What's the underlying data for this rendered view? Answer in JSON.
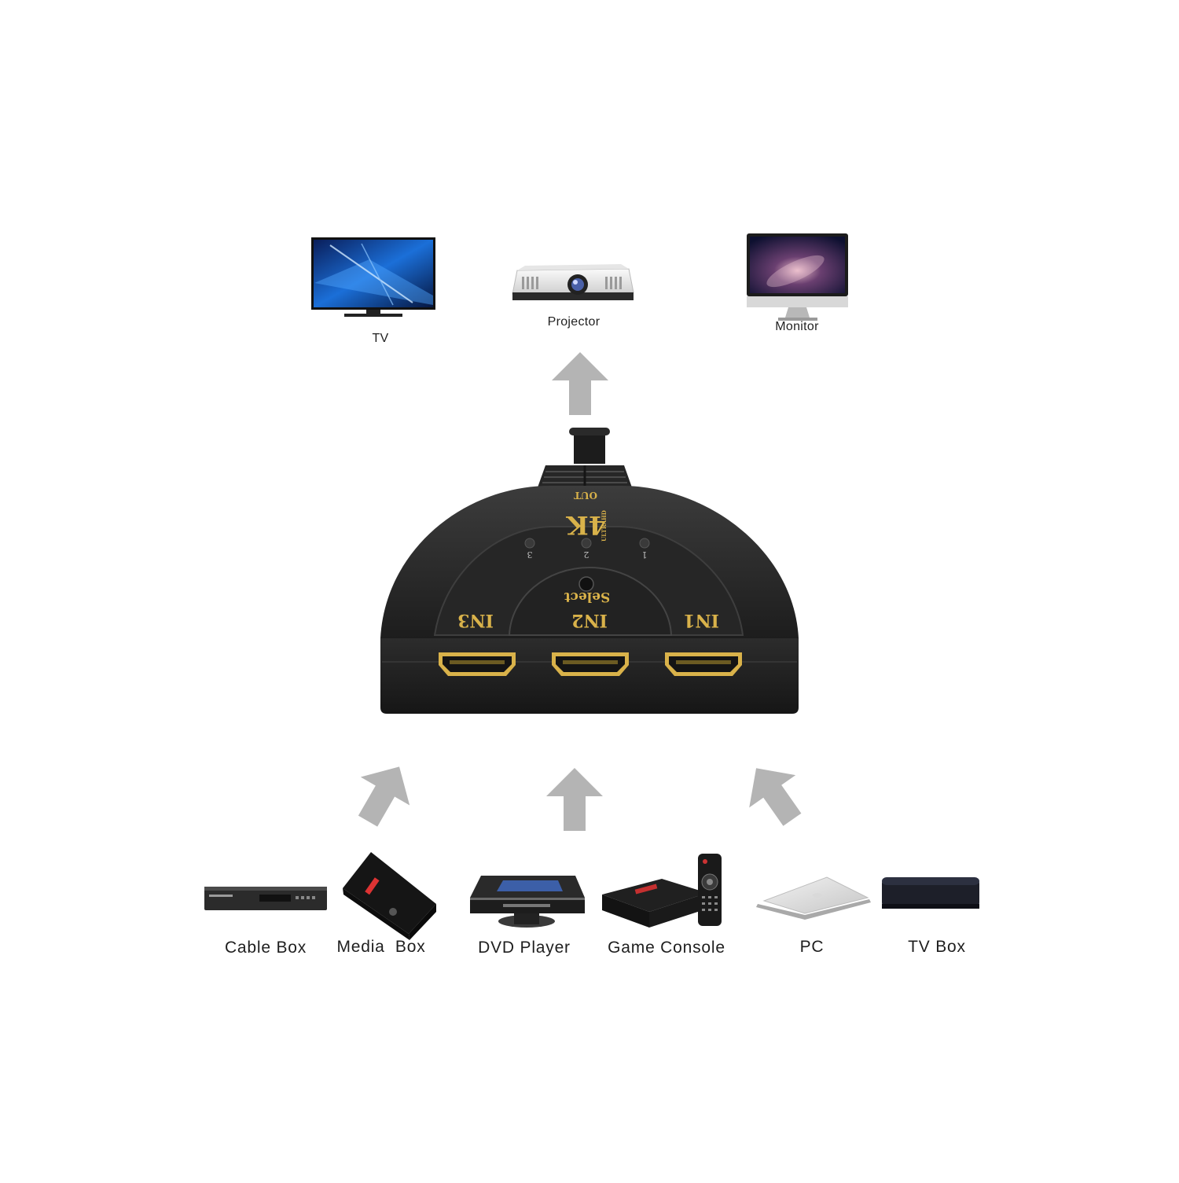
{
  "outputs": [
    {
      "id": "tv",
      "label": "TV",
      "icon": "tv-icon"
    },
    {
      "id": "projector",
      "label": "Projector",
      "icon": "projector-icon"
    },
    {
      "id": "monitor",
      "label": "Monitor",
      "icon": "monitor-icon"
    }
  ],
  "switch": {
    "brand": "4K",
    "subtitle": "ULTRAHD",
    "out_label": "OUT",
    "select_label": "Select",
    "leds": [
      "3",
      "2",
      "1"
    ],
    "ports": [
      "IN3",
      "IN2",
      "IN1"
    ]
  },
  "inputs": [
    {
      "id": "cable-box",
      "label": "Cable Box",
      "icon": "cable-box-icon"
    },
    {
      "id": "media-box",
      "label": "Media  Box",
      "icon": "media-box-icon"
    },
    {
      "id": "dvd-player",
      "label": "DVD Player",
      "icon": "dvd-player-icon"
    },
    {
      "id": "game-console",
      "label": "Game Console",
      "icon": "game-console-icon"
    },
    {
      "id": "pc",
      "label": "PC",
      "icon": "laptop-icon"
    },
    {
      "id": "tv-box",
      "label": "TV Box",
      "icon": "tv-box-icon"
    }
  ],
  "colors": {
    "background": "#ffffff",
    "arrow": "#b4b4b4",
    "device_body": "#232323",
    "gold": "#d9b24a",
    "label": "#222222"
  }
}
